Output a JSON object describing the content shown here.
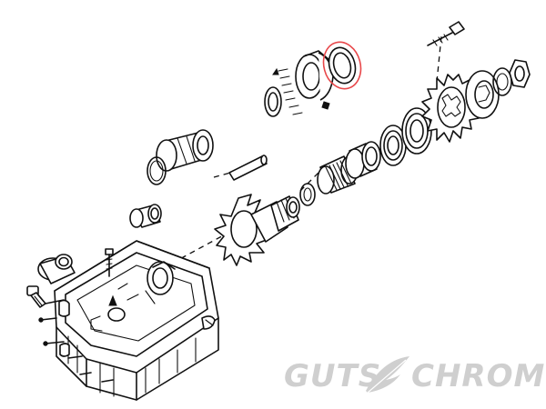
{
  "watermark": {
    "word_left": "GUTS",
    "word_right": "CHROME",
    "color": "#cfcfcf",
    "emblem": "feather-icon"
  },
  "highlight": {
    "part": "bearing-seal-ring",
    "color": "#e8474a"
  },
  "line_color": "#111111",
  "background": "#ffffff"
}
